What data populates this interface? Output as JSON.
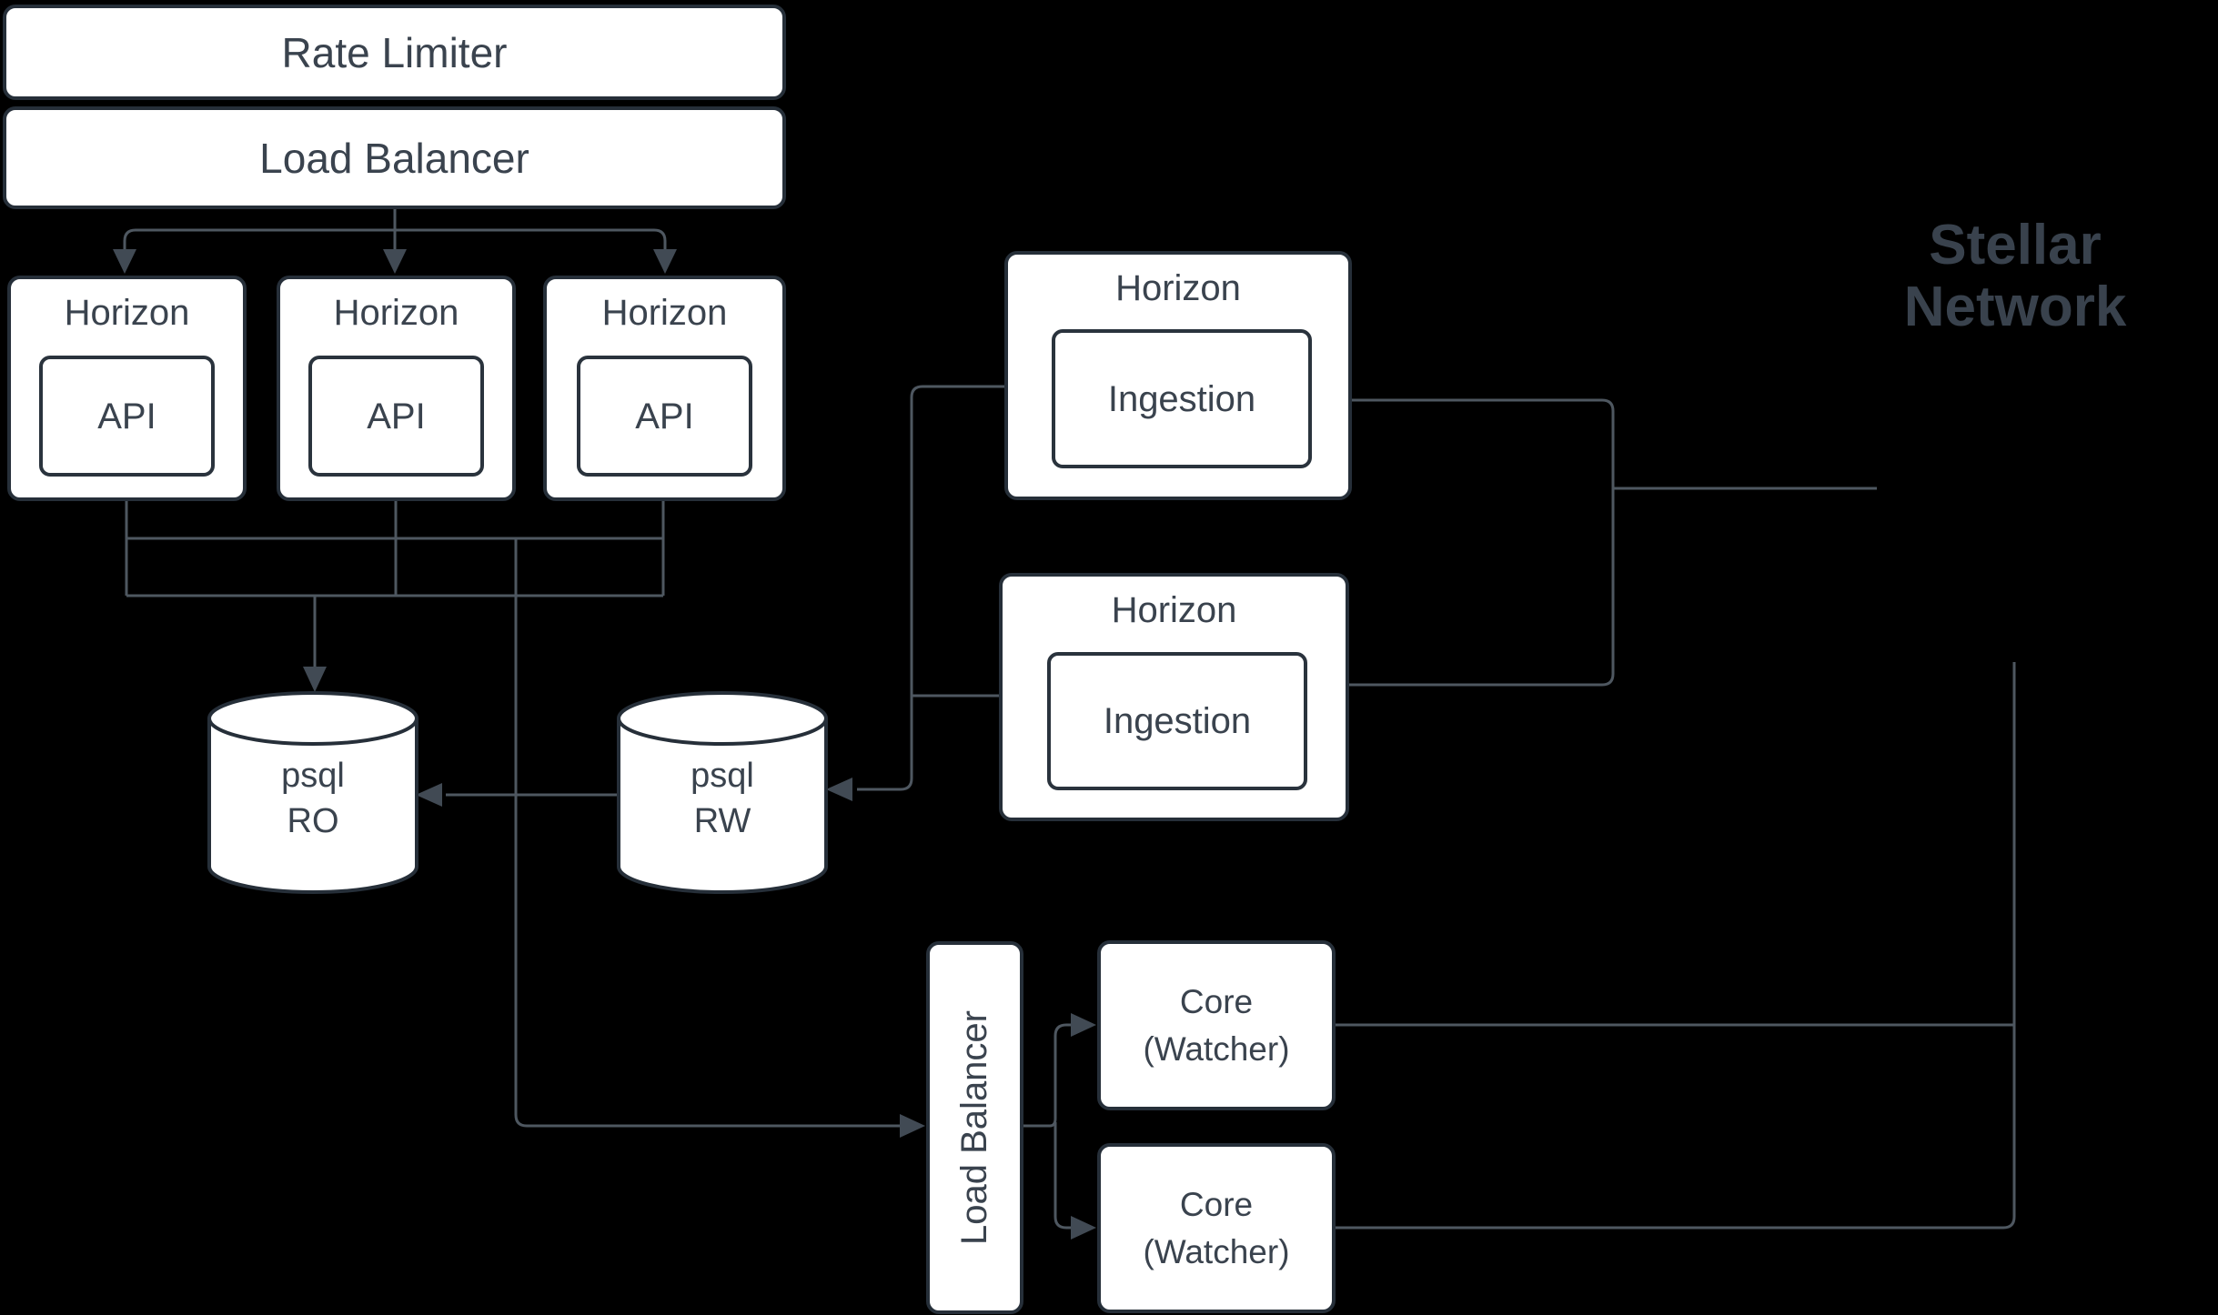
{
  "palette": {
    "background": "#000000",
    "node_fill": "#ffffff",
    "node_border": "#262f39",
    "edge_line": "#4e5760",
    "arrowhead": "#414a54",
    "node_text": "#3a434e",
    "network_label_text": "#39424d"
  },
  "nodes": {
    "rate_limiter": {
      "label": "Rate Limiter"
    },
    "load_balancer_top": {
      "label": "Load Balancer"
    },
    "horizon_api_nodes": [
      {
        "title": "Horizon",
        "child": "API"
      },
      {
        "title": "Horizon",
        "child": "API"
      },
      {
        "title": "Horizon",
        "child": "API"
      }
    ],
    "horizon_ingestion_nodes": [
      {
        "title": "Horizon",
        "child": "Ingestion"
      },
      {
        "title": "Horizon",
        "child": "Ingestion"
      }
    ],
    "psql_ro": {
      "label": "psql\nRO"
    },
    "psql_rw": {
      "label": "psql\nRW"
    },
    "load_balancer_bottom": {
      "label": "Load Balancer"
    },
    "core_watchers": [
      {
        "label": "Core\n(Watcher)"
      },
      {
        "label": "Core\n(Watcher)"
      }
    ],
    "stellar_network": {
      "label": "Stellar\nNetwork"
    }
  }
}
